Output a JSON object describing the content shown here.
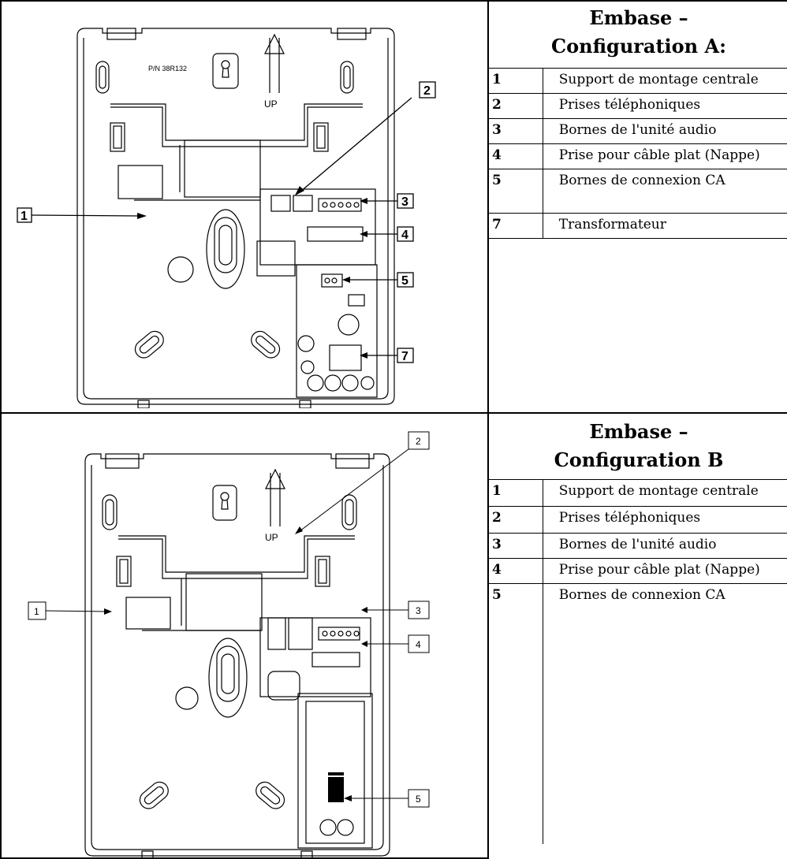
{
  "config_a": {
    "heading_line1": "Embase –",
    "heading_line2": "Configuration A:",
    "part_number": "P/N 38R132",
    "up_label": "UP",
    "callouts": [
      "1",
      "2",
      "3",
      "4",
      "5",
      "7"
    ],
    "legend": [
      {
        "num": "1",
        "text": "Support de montage centrale"
      },
      {
        "num": "2",
        "text": "Prises téléphoniques"
      },
      {
        "num": "3",
        "text": "Bornes de l'unité audio"
      },
      {
        "num": "4",
        "text": "Prise pour câble plat (Nappe)"
      },
      {
        "num": "5",
        "text": "Bornes de connexion CA"
      },
      {
        "num": "7",
        "text": "Transformateur"
      }
    ]
  },
  "config_b": {
    "heading_line1": "Embase –",
    "heading_line2": "Configuration B",
    "up_label": "UP",
    "callouts": [
      "1",
      "2",
      "3",
      "4",
      "5"
    ],
    "legend": [
      {
        "num": "1",
        "text": "Support de montage centrale"
      },
      {
        "num": "2",
        "text": "Prises téléphoniques"
      },
      {
        "num": "3",
        "text": "Bornes de l'unité audio"
      },
      {
        "num": "4",
        "text": "Prise pour câble plat (Nappe)"
      },
      {
        "num": "5",
        "text": "Bornes de connexion CA"
      }
    ]
  }
}
